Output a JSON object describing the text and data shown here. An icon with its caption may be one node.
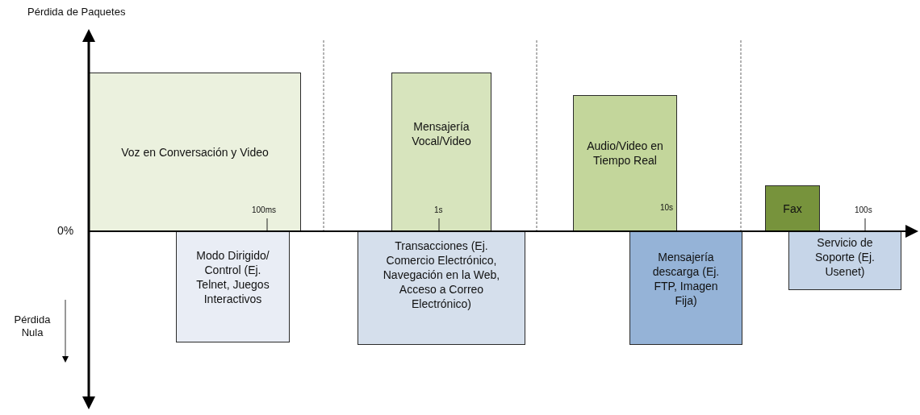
{
  "diagram": {
    "nodes": [
      {
        "text": [
          "Voz en Conversación y Video"
        ]
      },
      {
        "text": [
          "Mensajería Vocal/Video"
        ]
      },
      {
        "text": [
          "Audio/Video en Tiempo Real"
        ]
      },
      {
        "text": [
          "Fax"
        ]
      },
      {
        "text": [
          "Modo Dirigido/ Control (Ej. Telnet, Juegos Interactivos"
        ]
      },
      {
        "text": [
          "Transacciones (Ej. Comercio Electrónico, Navegación en la Web, Acceso a Correo Electrónico)"
        ]
      },
      {
        "text": [
          "Mensajería descarga (Ej. FTP, Imagen Fija)"
        ]
      },
      {
        "text": [
          "Servicio de Soporte (Ej. Usenet)"
        ]
      }
    ],
    "labels": [
      "Pérdida de Paquetes",
      "0%",
      "100ms",
      "1s",
      "10s",
      "100s",
      "Pérdida Nula"
    ]
  }
}
